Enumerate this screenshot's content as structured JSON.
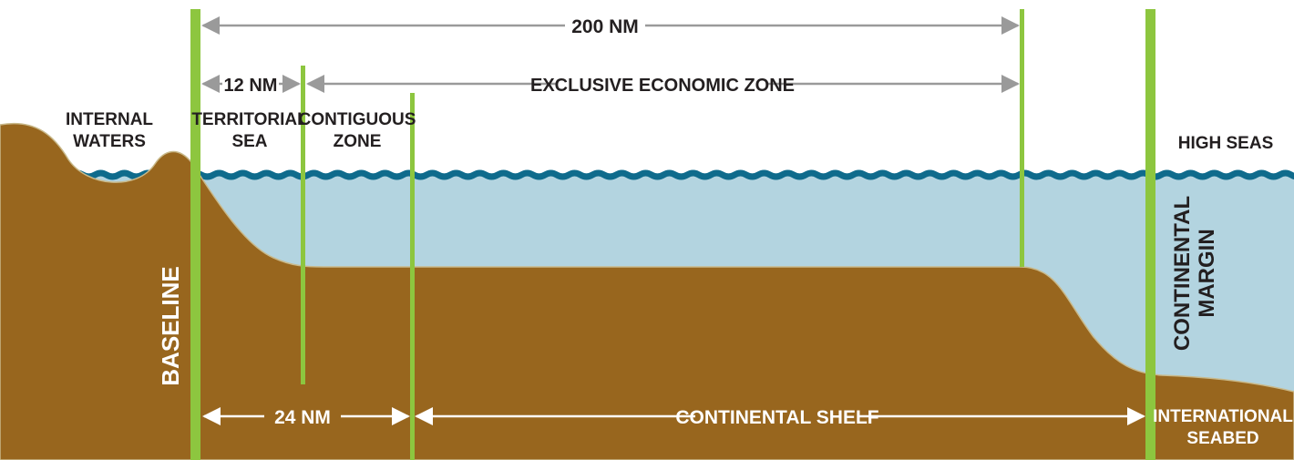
{
  "labels": {
    "nm200": "200 NM",
    "nm12": "12 NM",
    "eez": "EXCLUSIVE ECONOMIC ZONE",
    "internal_waters_1": "INTERNAL",
    "internal_waters_2": "WATERS",
    "territorial_1": "TERRITORIAL",
    "territorial_2": "SEA",
    "contiguous_1": "CONTIGUOUS",
    "contiguous_2": "ZONE",
    "high_seas": "HIGH SEAS",
    "baseline": "BASELINE",
    "continental_margin_1": "CONTINENTAL",
    "continental_margin_2": "MARGIN",
    "nm24": "24 NM",
    "continental_shelf": "CONTINENTAL SHELF",
    "intl_seabed_1": "INTERNATIONAL",
    "intl_seabed_2": "SEABED"
  },
  "colors": {
    "land": "#98661e",
    "water": "#b3d4e0",
    "wave": "#0f6b8c",
    "marker_green": "#8dc63f",
    "arrow_gray": "#9a9a9a",
    "text_dark": "#231f20",
    "text_light": "#ffffff"
  }
}
